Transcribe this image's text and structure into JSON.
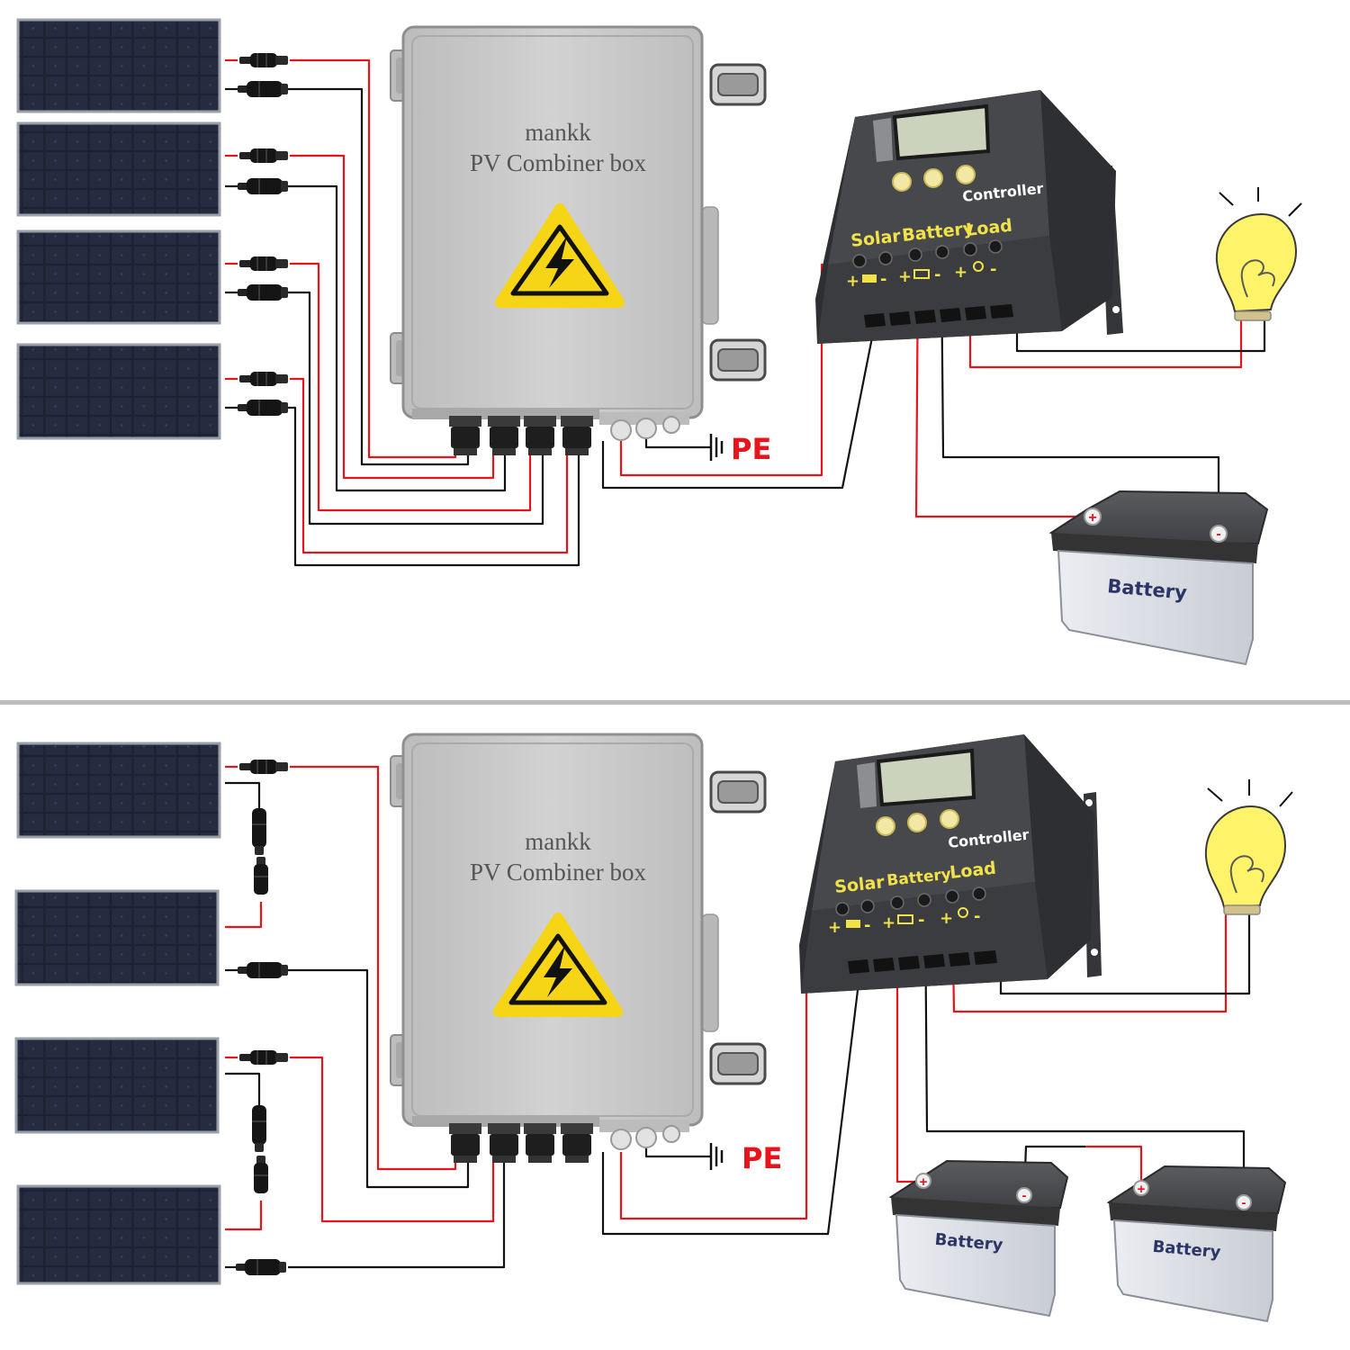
{
  "colors": {
    "wire_positive": "#e8141c",
    "wire_negative": "#111111",
    "panel": "#1c2130",
    "combiner_body": "#c9c9c9",
    "controller_body": "#3b3d3f",
    "controller_label": "#f2e24a",
    "warning_yellow": "#f6d516",
    "bulb_yellow": "#fff36a",
    "battery_body": "#dfe2e8",
    "battery_label": "#2b3566",
    "divider": "#bdbdbd"
  },
  "icons": [
    "solar-panel-icon",
    "mc4-connector-icon",
    "high-voltage-warning-icon",
    "ground-symbol-icon",
    "light-bulb-icon",
    "battery-icon",
    "charge-controller-icon"
  ],
  "top": {
    "combiner": {
      "brand": "mankk",
      "title": "PV Combiner box"
    },
    "controller": {
      "name": "Controller",
      "solar": "Solar",
      "battery": "Battery",
      "load": "Load"
    },
    "ground": {
      "label": "PE"
    },
    "battery": {
      "label": "Battery"
    }
  },
  "bottom": {
    "combiner": {
      "brand": "mankk",
      "title": "PV Combiner box"
    },
    "controller": {
      "name": "Controller",
      "solar": "Solar",
      "battery": "Battery",
      "load": "Load"
    },
    "ground": {
      "label": "PE"
    },
    "batteries": [
      {
        "label": "Battery"
      },
      {
        "label": "Battery"
      }
    ]
  }
}
